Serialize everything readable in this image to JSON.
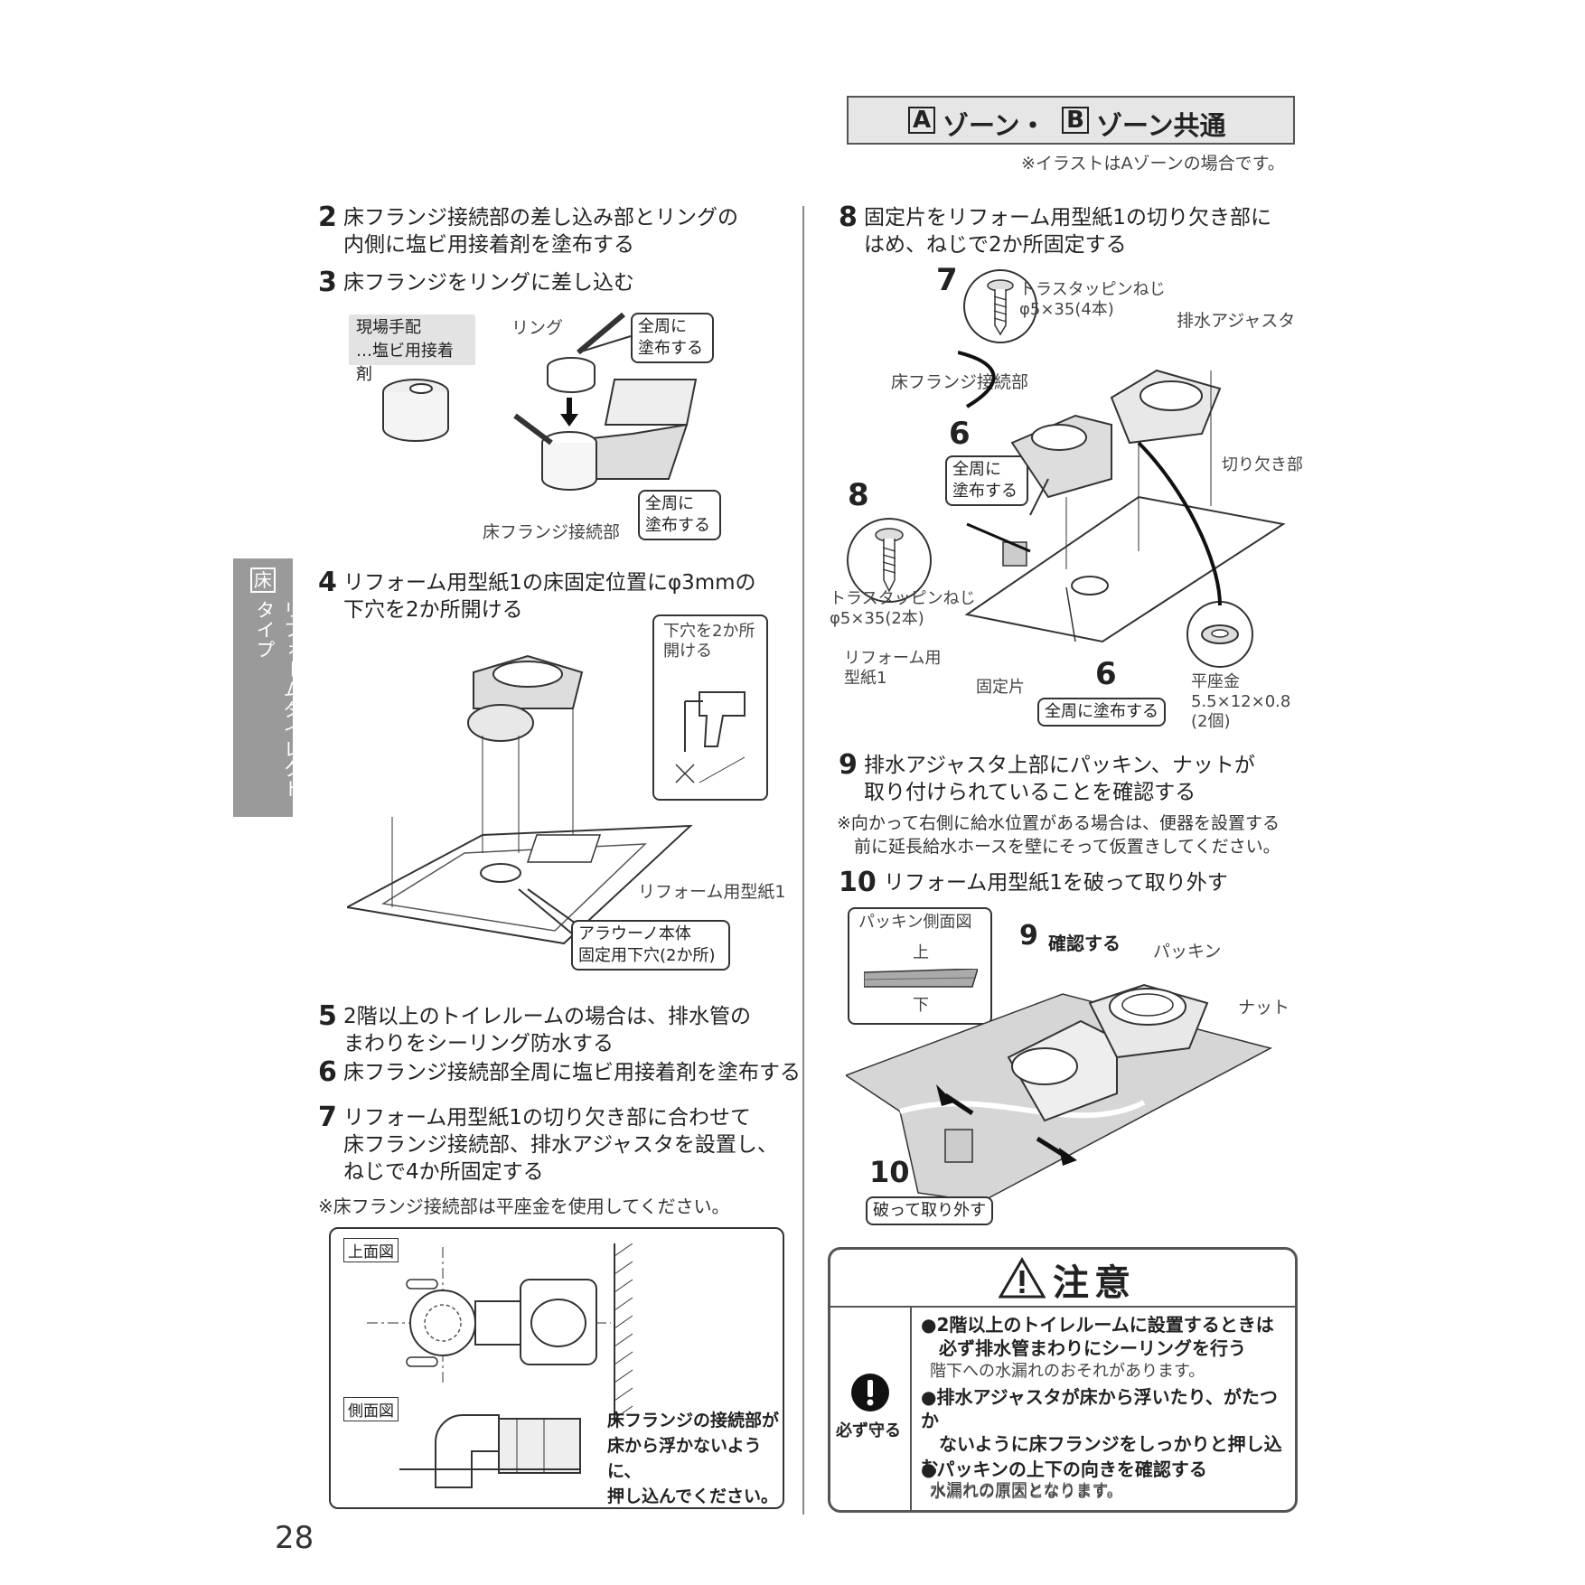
{
  "zone_header": {
    "badge_a": "A",
    "text_a": "ゾーン・",
    "badge_b": "B",
    "text_b": "ゾーン共通"
  },
  "illustration_note": "※イラストはAゾーンの場合です。",
  "side_tab": {
    "icon": "床",
    "label": "リフォームダイレクトタイプ"
  },
  "page_number": "28",
  "steps": {
    "s2": {
      "num": "2",
      "text": "床フランジ接続部の差し込み部とリングの\n内側に塩ビ用接着剤を塗布する"
    },
    "s3": {
      "num": "3",
      "text": "床フランジをリングに差し込む"
    },
    "s4": {
      "num": "4",
      "text": "リフォーム用型紙1の床固定位置にφ3mmの\n下穴を2か所開ける"
    },
    "s5": {
      "num": "5",
      "text": "2階以上のトイレルームの場合は、排水管の\nまわりをシーリング防水する"
    },
    "s6": {
      "num": "6",
      "text": "床フランジ接続部全周に塩ビ用接着剤を塗布する"
    },
    "s7": {
      "num": "7",
      "text": "リフォーム用型紙1の切り欠き部に合わせて\n床フランジ接続部、排水アジャスタを設置し、\nねじで4か所固定する"
    },
    "s7_note": "※床フランジ接続部は平座金を使用してください。",
    "s8": {
      "num": "8",
      "text": "固定片をリフォーム用型紙1の切り欠き部に\nはめ、ねじで2か所固定する"
    },
    "s9": {
      "num": "9",
      "text": "排水アジャスタ上部にパッキン、ナットが\n取り付けられていることを確認する"
    },
    "s9_note": "※向かって右側に給水位置がある場合は、便器を設置する\n　前に延長給水ホースを壁にそって仮置きしてください。",
    "s10": {
      "num": "10",
      "text": "リフォーム用型紙1を破って取り外す"
    }
  },
  "fig3": {
    "supply_box": "現場手配\n…塩ビ用接着剤",
    "ring_label": "リング",
    "apply_all_1": "全周に\n塗布する",
    "apply_all_2": "全周に\n塗布する",
    "flange_label": "床フランジ接続部"
  },
  "fig4": {
    "drill_box": "下穴を2か所\n開ける",
    "template_label": "リフォーム用型紙1",
    "body_holes": "アラウーノ本体\n固定用下穴(2か所)"
  },
  "fig7": {
    "top_view": "上面図",
    "side_view": "側面図",
    "press_note": "床フランジの接続部が\n床から浮かないように、\n押し込んでください。"
  },
  "fig8": {
    "num7": "7",
    "screw4": "トラスタッピンねじ\nφ5×35(4本)",
    "adjuster": "排水アジャスタ",
    "flange": "床フランジ接続部",
    "num6a": "6",
    "apply_all": "全周に\n塗布する",
    "cutout": "切り欠き部",
    "num8": "8",
    "screw2": "トラスタッピンねじ\nφ5×35(2本)",
    "template": "リフォーム用\n型紙1",
    "fixing": "固定片",
    "num6b": "6",
    "apply_all_2": "全周に塗布する",
    "washer": "平座金\n5.5×12×0.8\n(2個)"
  },
  "fig10": {
    "packing_side": "パッキン側面図",
    "up": "上",
    "down": "下",
    "num9": "9",
    "confirm": "確認する",
    "packing": "パッキン",
    "nut": "ナット",
    "num10": "10",
    "tear_off": "破って取り外す"
  },
  "caution": {
    "title": "注意",
    "must": "必ず守る",
    "items": [
      {
        "bold": "●2階以上のトイレルームに設置するときは\n　必ず排水管まわりにシーリングを行う",
        "sub": "階下への水漏れのおそれがあります。"
      },
      {
        "bold": "●排水アジャスタが床から浮いたり、がたつか\n　ないように床フランジをしっかりと押し込む",
        "sub": "水漏れの原因となります。"
      },
      {
        "bold": "●パッキンの上下の向きを確認する",
        "sub": "水漏れの原因となります。"
      }
    ]
  }
}
